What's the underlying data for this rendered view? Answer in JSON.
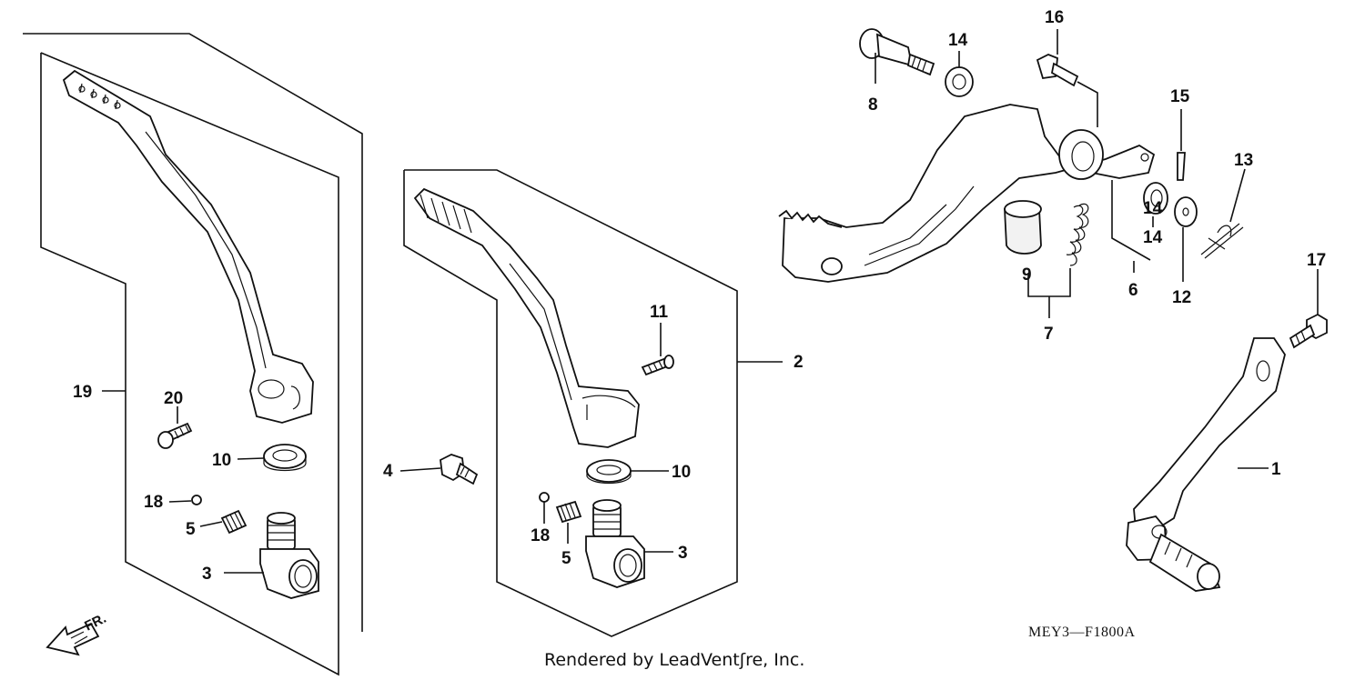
{
  "diagram": {
    "part_code": "MEY3—F1800A",
    "credit": "Rendered by LeadVentʃre, Inc.",
    "direction_label": "FR.",
    "callouts": {
      "c1": "1",
      "c2": "2",
      "c3a": "3",
      "c3b": "3",
      "c4": "4",
      "c5a": "5",
      "c5b": "5",
      "c6": "6",
      "c7": "7",
      "c8": "8",
      "c9": "9",
      "c10a": "10",
      "c10b": "10",
      "c11": "11",
      "c12": "12",
      "c13": "13",
      "c14a": "14",
      "c14b": "14",
      "c14c": "14",
      "c15": "15",
      "c16": "16",
      "c17": "17",
      "c18a": "18",
      "c18b": "18",
      "c19": "19",
      "c20": "20"
    }
  }
}
